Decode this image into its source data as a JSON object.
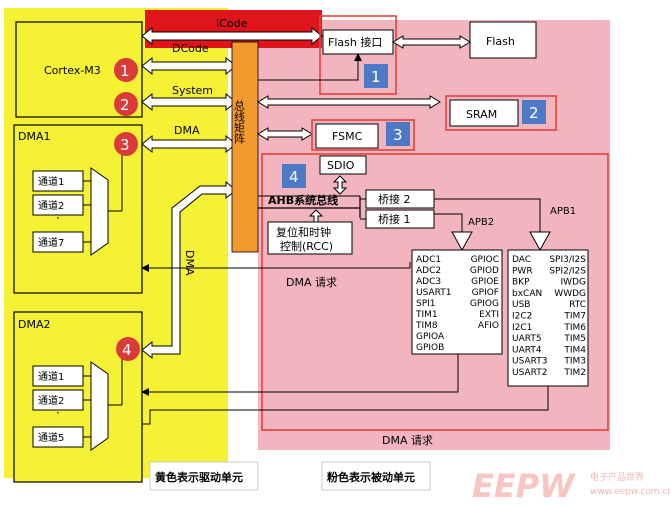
{
  "colors": {
    "active_yellow": "#f5f236",
    "passive_pink": "#f2b5bd",
    "border_red": "#e8413d",
    "bus_orange": "#f39a2e",
    "icode_red": "#e0141b",
    "badge_red": "#d93a3a",
    "badge_blue": "#4d79c7"
  },
  "labels": {
    "icode": "ICode",
    "dcode": "DCode",
    "system": "System",
    "dma_bus": "DMA",
    "cortex": "Cortex-M3",
    "dma1": "DMA1",
    "dma2": "DMA2",
    "dma_vertical": "DMA",
    "bus_matrix": "总线矩阵",
    "flash_if": "Flash 接口",
    "flash": "Flash",
    "sram": "SRAM",
    "fsmc": "FSMC",
    "sdio": "SDIO",
    "ahb": "AHB系统总线",
    "bridge2": "桥接 2",
    "bridge1": "桥接 1",
    "rcc_line1": "复位和时钟",
    "rcc_line2": "控制(RCC)",
    "apb2": "APB2",
    "apb1": "APB1",
    "dma_request_1": "DMA 请求",
    "dma_request_2": "DMA 请求",
    "legend_yellow": "黄色表示驱动单元",
    "legend_pink": "粉色表示被动单元",
    "watermark": "EEPW",
    "watermark_cn": "电子产品世界",
    "watermark_url": "www.eepw.com.cn"
  },
  "dma1_channels": [
    "通道1",
    "通道2",
    "通道7"
  ],
  "dma2_channels": [
    "通道1",
    "通道2",
    "通道5"
  ],
  "ellipsis": "·",
  "badges_red": [
    "1",
    "2",
    "3",
    "4"
  ],
  "badges_blue": [
    "1",
    "2",
    "3",
    "4"
  ],
  "apb2_peripherals": {
    "left": [
      "ADC1",
      "ADC2",
      "ADC3",
      "USART1",
      "SPI1",
      "TIM1",
      "TIM8",
      "GPIOA",
      "GPIOB"
    ],
    "right": [
      "GPIOC",
      "GPIOD",
      "GPIOE",
      "GPIOF",
      "GPIOG",
      "EXTI",
      "AFIO"
    ]
  },
  "apb1_peripherals": {
    "left": [
      "DAC",
      "PWR",
      "BKP",
      "bxCAN",
      "USB",
      "I2C2",
      "I2C1",
      "UART5",
      "UART4",
      "USART3",
      "USART2"
    ],
    "right": [
      "SPI3/I2S",
      "SPI2/I2S",
      "IWDG",
      "WWDG",
      "RTC",
      "TIM7",
      "TIM6",
      "TIM5",
      "TIM4",
      "TIM3",
      "TIM2"
    ]
  }
}
